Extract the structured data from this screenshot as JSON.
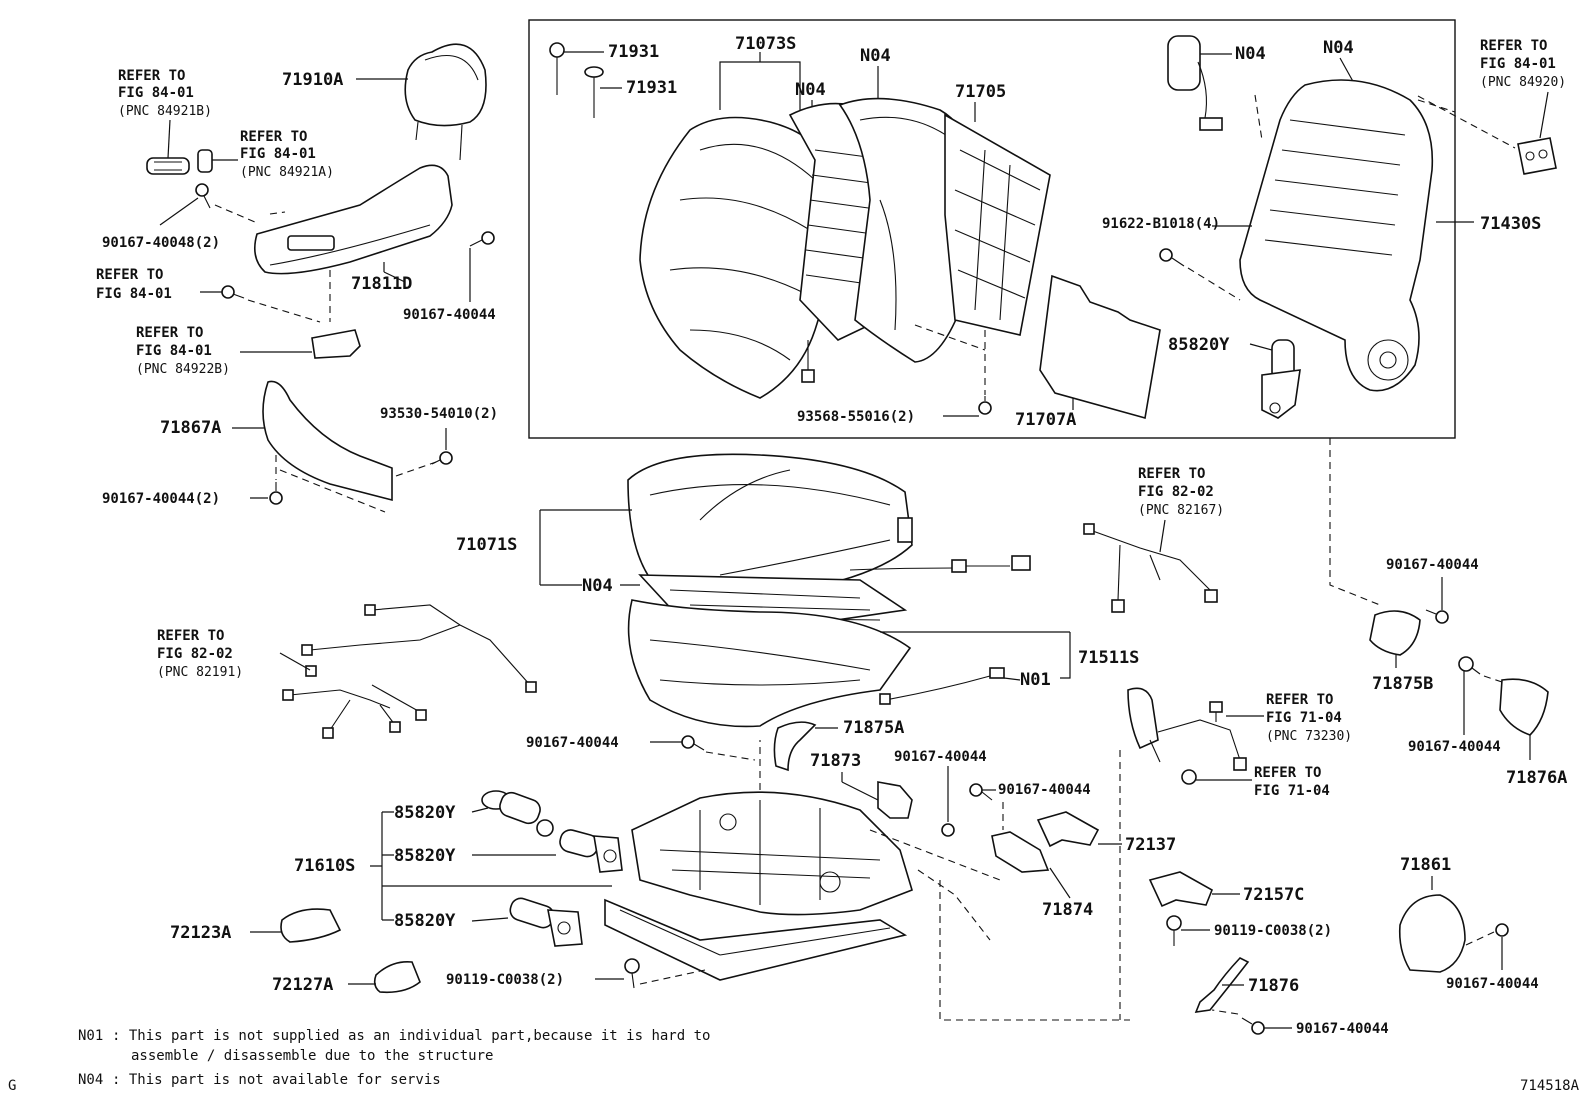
{
  "diagram": {
    "diagram_code": "714518A",
    "corner_mark": "G",
    "parts": {
      "p71910A": "71910A",
      "p71931a": "71931",
      "p71931b": "71931",
      "p71073S": "71073S",
      "p_n04_a": "N04",
      "p_n04_b": "N04",
      "p_n04_c": "N04",
      "p_n04_d": "N04",
      "p71705": "71705",
      "p71430S": "71430S",
      "p91622": "91622-B1018(4)",
      "p85820Y_top": "85820Y",
      "p93568": "93568-55016(2)",
      "p71707A": "71707A",
      "p90167_40048": "90167-40048(2)",
      "p71811D": "71811D",
      "p90167_40044_a": "90167-40044",
      "p71867A": "71867A",
      "p93530": "93530-54010(2)",
      "p90167_40044_b": "90167-40044(2)",
      "p71071S": "71071S",
      "p_n04_seat": "N04",
      "p71511S": "71511S",
      "p_n01": "N01",
      "p90167_40044_c": "90167-40044",
      "p71875A": "71875A",
      "p71873": "71873",
      "p90167_40044_d": "90167-40044",
      "p90167_40044_e": "90167-40044",
      "p85820Y_1": "85820Y",
      "p85820Y_2": "85820Y",
      "p85820Y_3": "85820Y",
      "p71610S": "71610S",
      "p72137": "72137",
      "p71874": "71874",
      "p72157C": "72157C",
      "p90119_a": "90119-C0038(2)",
      "p90119_b": "90119-C0038(2)",
      "p72123A": "72123A",
      "p72127A": "72127A",
      "p71876": "71876",
      "p90167_40044_f": "90167-40044",
      "p71861": "71861",
      "p90167_40044_g": "90167-40044",
      "p90167_40044_h": "90167-40044",
      "p71875B": "71875B",
      "p90167_40044_i": "90167-40044",
      "p71876A": "71876A"
    },
    "refs": {
      "r1_line1": "REFER TO",
      "r1_line2": "FIG 84-01",
      "r1_pnc": "(PNC 84921B)",
      "r2_line1": "REFER TO",
      "r2_line2": "FIG 84-01",
      "r2_pnc": "(PNC 84921A)",
      "r3_line1": "REFER TO",
      "r3_line2": "FIG 84-01",
      "r4_line1": "REFER TO",
      "r4_line2": "FIG 84-01",
      "r4_pnc": "(PNC 84922B)",
      "r5_line1": "REFER TO",
      "r5_line2": "FIG 84-01",
      "r5_pnc": "(PNC 84920)",
      "r6_line1": "REFER TO",
      "r6_line2": "FIG 82-02",
      "r6_pnc": "(PNC 82167)",
      "r7_line1": "REFER TO",
      "r7_line2": "FIG 82-02",
      "r7_pnc": "(PNC 82191)",
      "r8_line1": "REFER TO",
      "r8_line2": "FIG 71-04",
      "r8_pnc": "(PNC 73230)",
      "r9_line1": "REFER TO",
      "r9_line2": "FIG 71-04"
    },
    "notes": {
      "n01_code": "N01",
      "n01_line1": ": This part is not supplied as an individual part,because it is hard to",
      "n01_line2": "assemble / disassemble due to the structure",
      "n04_code": "N04",
      "n04_line1": ": This part is not available for servis"
    }
  }
}
